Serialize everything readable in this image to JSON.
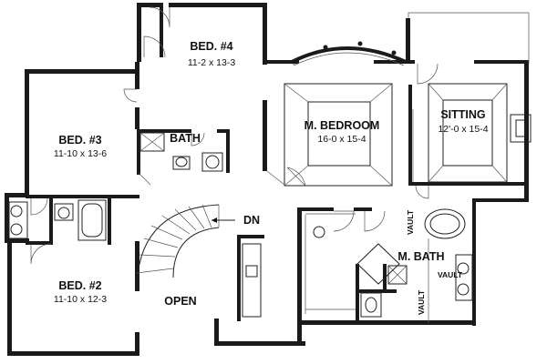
{
  "rooms": {
    "bed4": {
      "name": "BED. #4",
      "size": "11-2 x 13-3"
    },
    "bed3": {
      "name": "BED. #3",
      "size": "11-10 x 13-6"
    },
    "bed2": {
      "name": "BED. #2",
      "size": "11-10 x 12-3"
    },
    "bath": {
      "name": "BATH"
    },
    "mbedroom": {
      "name": "M. BEDROOM",
      "size": "16-0 x 15-4"
    },
    "sitting": {
      "name": "SITTING",
      "size": "12'-0 x 15-4"
    },
    "mbath": {
      "name": "M. BATH"
    },
    "open": {
      "name": "OPEN"
    }
  },
  "labels": {
    "dn": "DN",
    "vault_top": "VAULT",
    "vault_right": "VAULT",
    "vault_left": "VAULT"
  }
}
